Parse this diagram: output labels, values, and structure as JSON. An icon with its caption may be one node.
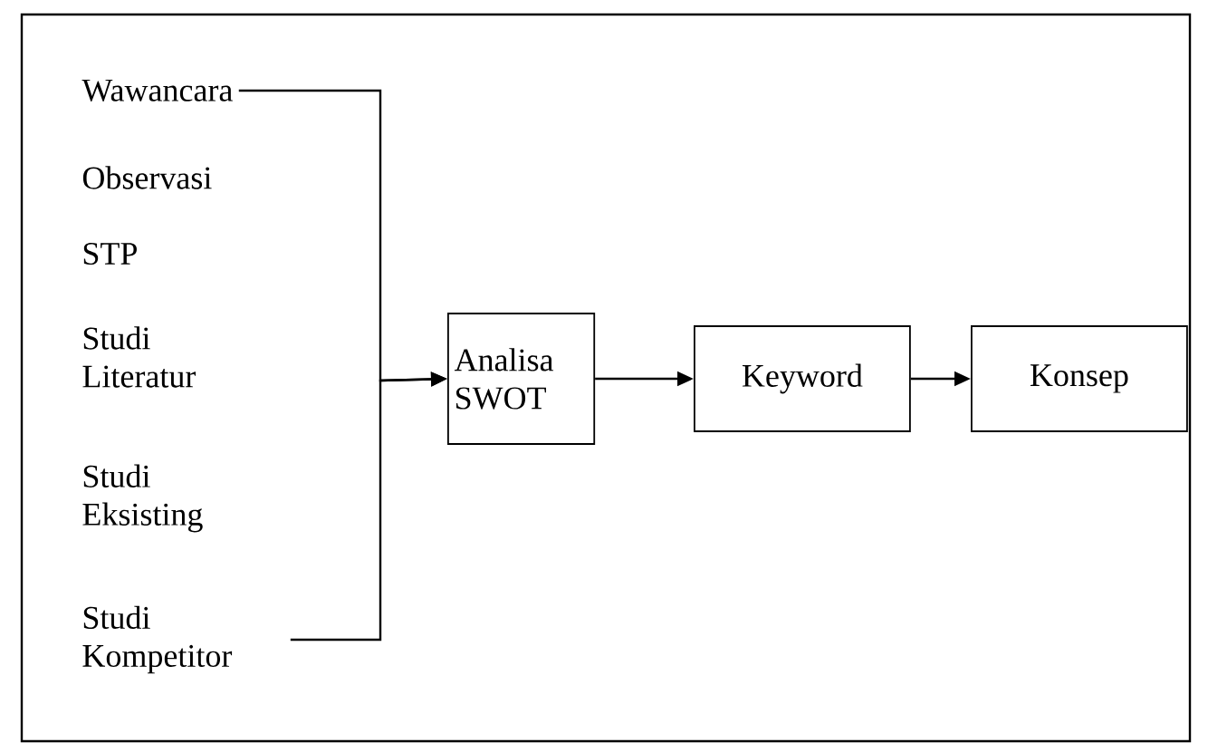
{
  "diagram": {
    "nodes": [
      {
        "text": [
          "Wawancara"
        ]
      },
      {
        "text": [
          "Observasi"
        ]
      },
      {
        "text": [
          "STP"
        ]
      },
      {
        "text": [
          "Studi Literatur"
        ]
      },
      {
        "text": [
          "Studi Eksisting"
        ]
      },
      {
        "text": [
          "Studi Kompetitor"
        ]
      },
      {
        "text": [
          "Analisa SWOT"
        ]
      },
      {
        "text": [
          "Keyword"
        ]
      },
      {
        "text": [
          "Konsep"
        ]
      }
    ],
    "edges": [
      {
        "from": 0,
        "to": 6,
        "arrow": "to"
      },
      {
        "from": 5,
        "to": 6,
        "arrow": "to"
      },
      {
        "from": 6,
        "to": 7,
        "arrow": "to"
      },
      {
        "from": 7,
        "to": 8,
        "arrow": "to"
      }
    ]
  }
}
